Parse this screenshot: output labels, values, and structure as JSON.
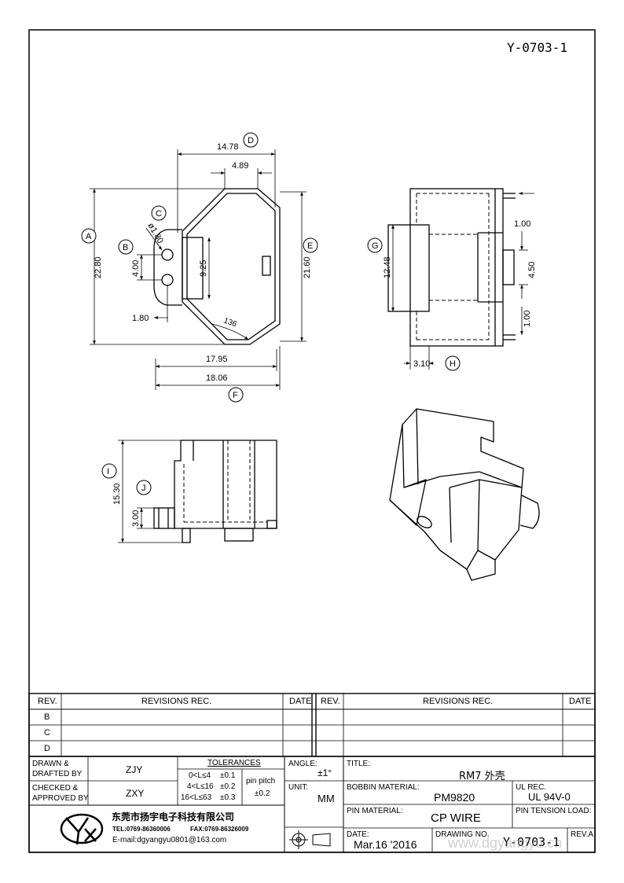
{
  "header": {
    "drawing_code": "Y-0703-1"
  },
  "dimensions": {
    "top_width": "14.78",
    "top_flat": "4.89",
    "left_height": "22.80",
    "pin_spacing": "4.00",
    "slot_height": "9.25",
    "right_height": "21.60",
    "hole_dia": "ø1.80",
    "pin_offset": "1.80",
    "chamfer": "136",
    "bottom_inner": "17.95",
    "bottom_outer": "18.06",
    "side_g": "12.48",
    "side_top_gap": "1.00",
    "side_tab": "4.50",
    "side_bottom_gap": "1.00",
    "side_width": "3.10",
    "front_height": "15.30",
    "front_pin": "3.00"
  },
  "callouts": {
    "a": "A",
    "b": "B",
    "c": "C",
    "d": "D",
    "e": "E",
    "f": "F",
    "g": "G",
    "h": "H",
    "i": "I",
    "j": "J"
  },
  "revisions": {
    "left_headers": [
      "REV.",
      "REVISIONS REC.",
      "DATE"
    ],
    "right_headers": [
      "REV.",
      "REVISIONS REC.",
      "DATE"
    ],
    "rows": [
      "B",
      "C",
      "D"
    ]
  },
  "title_block": {
    "drawn_label": "DRAWN &\nDRAFTED BY",
    "drawn_value": "ZJY",
    "checked_label": "CHECKED &\nAPPROVED BY",
    "checked_value": "ZXY",
    "tolerances_label": "TOLERANCES",
    "tol_rows": [
      {
        "range": "0<L≤4",
        "value": "±0.1"
      },
      {
        "range": "4<L≤16",
        "value": "±0.2"
      },
      {
        "range": "16<L≤63",
        "value": "±0.3"
      }
    ],
    "pin_pitch_label": "pin pitch",
    "pin_pitch_value": "±0.2",
    "angle_label": "ANGLE:",
    "angle_value": "±1°",
    "unit_label": "UNIT:",
    "unit_value": "MM",
    "title_label": "TITLE:",
    "title_value": "RM7 外壳",
    "bobbin_label": "BOBBIN MATERIAL:",
    "bobbin_value": "PM9820",
    "ul_label": "UL REC.",
    "ul_value": "UL 94V-0",
    "pin_material_label": "PIN MATERIAL:",
    "pin_material_value": "CP WIRE",
    "pin_tension_label": "PIN TENSION LOAD:",
    "date_label": "DATE:",
    "date_value": "Mar.16 '2016",
    "drawing_no_label": "DRAWING NO.",
    "drawing_no_value": "Y-0703-1",
    "rev_label": "REV.A",
    "company_name": "东莞市扬宇电子科技有限公司",
    "tel": "TEL:0769-86360006",
    "fax": "FAX:0769-86326009",
    "email": "E-mail:dgyangyu0801@163.com",
    "watermark": "www.dgyangyu.cn"
  }
}
